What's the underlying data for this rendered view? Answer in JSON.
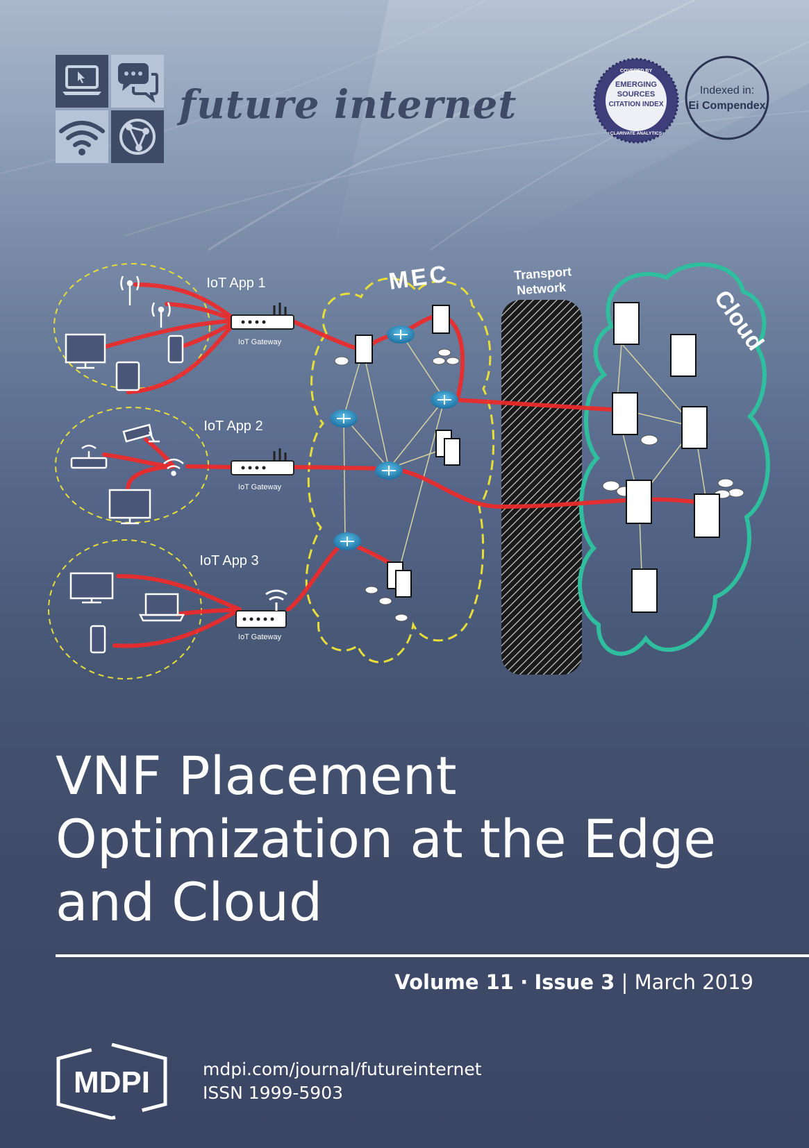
{
  "journal": {
    "name": "future internet"
  },
  "badges": {
    "esci_top": "COVERED BY",
    "esci_line1": "EMERGING",
    "esci_line2": "SOURCES",
    "esci_line3": "CITATION INDEX",
    "esci_bottom": "CLARIVATE ANALYTICS",
    "ei_line1": "Indexed in:",
    "ei_line2": "Ei Compendex"
  },
  "diagram": {
    "app1_label": "IoT App 1",
    "app2_label": "IoT App 2",
    "app3_label": "IoT App 3",
    "gateway1_label": "IoT Gateway",
    "gateway2_label": "IoT Gateway",
    "gateway3_label": "IoT Gateway",
    "mec_label": "MEC",
    "transport_line1": "Transport",
    "transport_line2": "Network",
    "cloud_label": "Cloud"
  },
  "article": {
    "title_line1": "VNF Placement",
    "title_line2": "Optimization at the Edge",
    "title_line3": "and Cloud"
  },
  "issue": {
    "volume": "Volume 11",
    "separator": "·",
    "issue": "Issue 3",
    "pipe": "|",
    "date": "March 2019"
  },
  "publisher": {
    "logo_text": "MDPI",
    "url": "mdpi.com/journal/futureinternet",
    "issn": "ISSN 1999-5903"
  }
}
